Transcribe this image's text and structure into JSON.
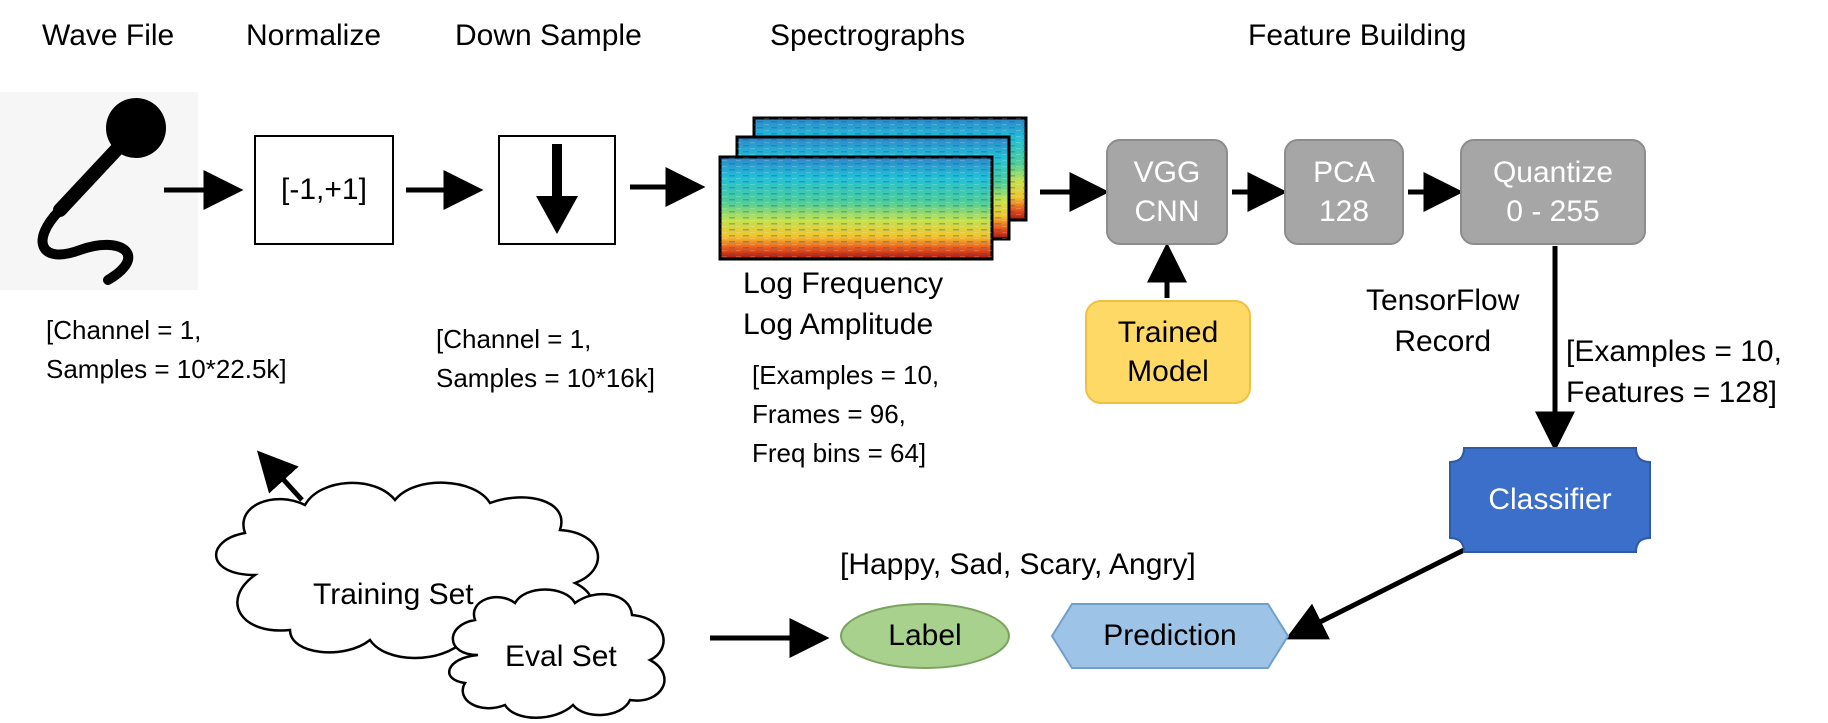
{
  "headers": {
    "wave_file": "Wave File",
    "normalize": "Normalize",
    "down_sample": "Down Sample",
    "spectrographs": "Spectrographs",
    "feature_building": "Feature Building"
  },
  "normalize_box": "[-1,+1]",
  "wave_dims": [
    "[Channel = 1,",
    "Samples = 10*22.5k]"
  ],
  "down_dims": [
    "[Channel = 1,",
    "Samples = 10*16k]"
  ],
  "spectro_captions": [
    "Log Frequency",
    "Log Amplitude"
  ],
  "spectro_dims": [
    "[Examples = 10,",
    "Frames = 96,",
    "Freq bins = 64]"
  ],
  "vgg": [
    "VGG",
    "CNN"
  ],
  "pca": [
    "PCA",
    "128"
  ],
  "quantize": [
    "Quantize",
    "0 - 255"
  ],
  "trained_model": [
    "Trained",
    "Model"
  ],
  "tf_record": [
    "TensorFlow",
    "Record"
  ],
  "feature_dims": [
    "[Examples = 10,",
    "Features = 128]"
  ],
  "classifier": "Classifier",
  "prediction": "Prediction",
  "label": "Label",
  "classes": "[Happy, Sad, Scary, Angry]",
  "training_set": "Training Set",
  "eval_set": "Eval Set",
  "icons": [
    "microphone-icon",
    "down-arrow-icon",
    "spectrogram-icon",
    "cloud-icon"
  ],
  "colors": {
    "gray_box": "#a6a6a6",
    "trained_model_fill": "#ffd966",
    "classifier_fill": "#3b6fc9",
    "prediction_fill": "#9dc3e6",
    "label_fill": "#a9d18e"
  }
}
